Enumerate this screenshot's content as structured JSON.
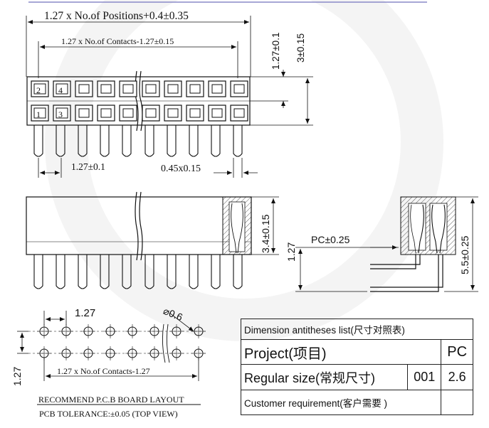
{
  "dimensions": {
    "top_total": "1.27 x No.of Positions+0.4±0.35",
    "top_contacts": "1.27 x No.of Contacts-1.27±0.15",
    "top_row_pitch": "1.27±0.1",
    "top_height": "3±0.15",
    "top_pitch": "1.27±0.1",
    "pin_size": "0.45x0.15",
    "side_height": "3.4±0.15",
    "side_pin": "1.27",
    "right_pc": "PC±0.25",
    "right_height": "5.5±0.25",
    "pcb_pitch_x": "1.27",
    "pcb_diameter": "0.6",
    "pcb_pitch_y": "1.27",
    "pcb_contacts": "1.27 x No.of Contacts-1.27"
  },
  "pin_numbers": {
    "top": [
      "2",
      "4"
    ],
    "bottom": [
      "1",
      "3"
    ]
  },
  "layout_caption": {
    "title": "RECOMMEND P.C.B BOARD LAYOUT",
    "tolerance": "PCB TOLERANCE:±0.05 (TOP VIEW)"
  },
  "table": {
    "title": "Dimension antitheses list(尺寸对照表)",
    "project_label": "Project(项目)",
    "project_unit": "PC",
    "regular_label": "Regular size(常规尺寸)",
    "regular_code": "001",
    "regular_value": "2.6",
    "custom_label": "Customer requirement(客户需要 )",
    "custom_code": "",
    "custom_value": ""
  }
}
